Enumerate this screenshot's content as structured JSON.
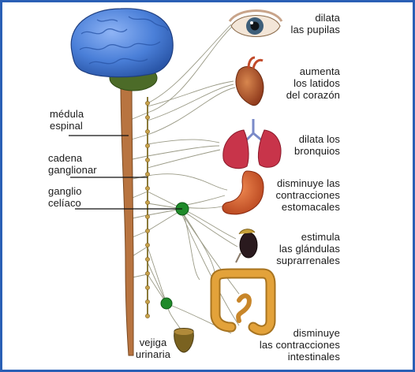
{
  "left_labels": {
    "medula_espinal": "médula\nespinal",
    "cadena_ganglionar": "cadena\nganglionar",
    "ganglio_celiaco": "ganglio\ncelíaco",
    "vejiga_urinaria": "vejiga\nurinaria"
  },
  "effects": {
    "pupilas": "dilata\nlas pupilas",
    "corazon": "aumenta\nlos latidos\ndel corazón",
    "bronquios": "dilata los\nbronquios",
    "estomago": "disminuye las\ncontracciones\nestomacales",
    "suprarrenales": "estimula\nlas glándulas\nsuprarrenales",
    "intestinos": "disminuye\nlas contracciones\nintestinales"
  },
  "colors": {
    "frame": "#2a5fb5",
    "brain": "#4a7fd8",
    "brainstem": "#4c6b28",
    "spinal_cord": "#b87440",
    "ganglion": "#1f8a2a",
    "nerve": "#9a9a86",
    "heart": "#b0522a",
    "lungs": "#c8344a",
    "stomach": "#d4572e",
    "intestine": "#e3a23a"
  }
}
